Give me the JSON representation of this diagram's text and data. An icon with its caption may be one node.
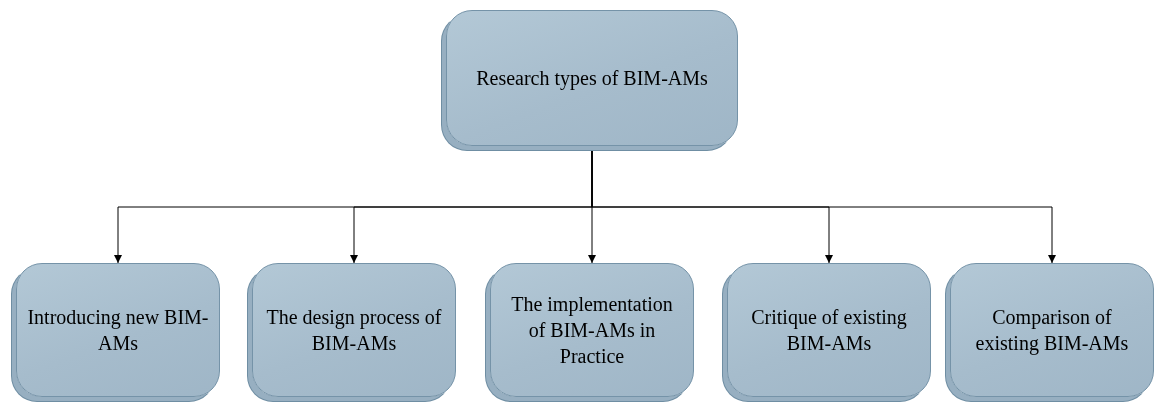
{
  "diagram": {
    "nodes": [
      {
        "text": [
          "Research types of BIM-AMs"
        ]
      },
      {
        "text": [
          "Introducing new BIM-AMs"
        ]
      },
      {
        "text": [
          "The design process of BIM-AMs"
        ]
      },
      {
        "text": [
          "The implementation of BIM-AMs in Practice"
        ]
      },
      {
        "text": [
          "Critique of existing BIM-AMs"
        ]
      },
      {
        "text": [
          "Comparison of existing BIM-AMs"
        ]
      }
    ],
    "edges": [
      {
        "from": 0,
        "to": 1,
        "arrow": "to"
      },
      {
        "from": 0,
        "to": 2,
        "arrow": "to"
      },
      {
        "from": 0,
        "to": 3,
        "arrow": "to"
      },
      {
        "from": 0,
        "to": 4,
        "arrow": "to"
      },
      {
        "from": 0,
        "to": 5,
        "arrow": "to"
      }
    ]
  }
}
